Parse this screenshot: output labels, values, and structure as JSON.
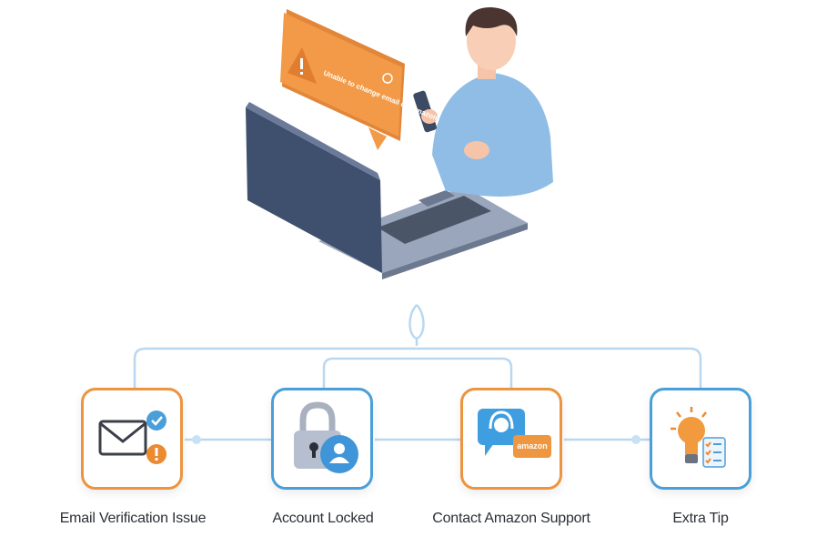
{
  "alert": {
    "message": "Unable to change email on Amazon",
    "icon": "warning-icon"
  },
  "steps": [
    {
      "label": "Email Verification Issue",
      "icon": "envelope-icon",
      "border": "#ec9440"
    },
    {
      "label": "Account Locked",
      "icon": "padlock-user-icon",
      "border": "#4a9fd9"
    },
    {
      "label": "Contact Amazon Support",
      "icon": "support-chat-icon",
      "border": "#ec9440",
      "badge": "amazon"
    },
    {
      "label": "Extra Tip",
      "icon": "lightbulb-checklist-icon",
      "border": "#4a9fd9"
    }
  ],
  "colors": {
    "orange": "#ec9440",
    "blue": "#4a9fd9",
    "connector": "#b9d8f0"
  }
}
